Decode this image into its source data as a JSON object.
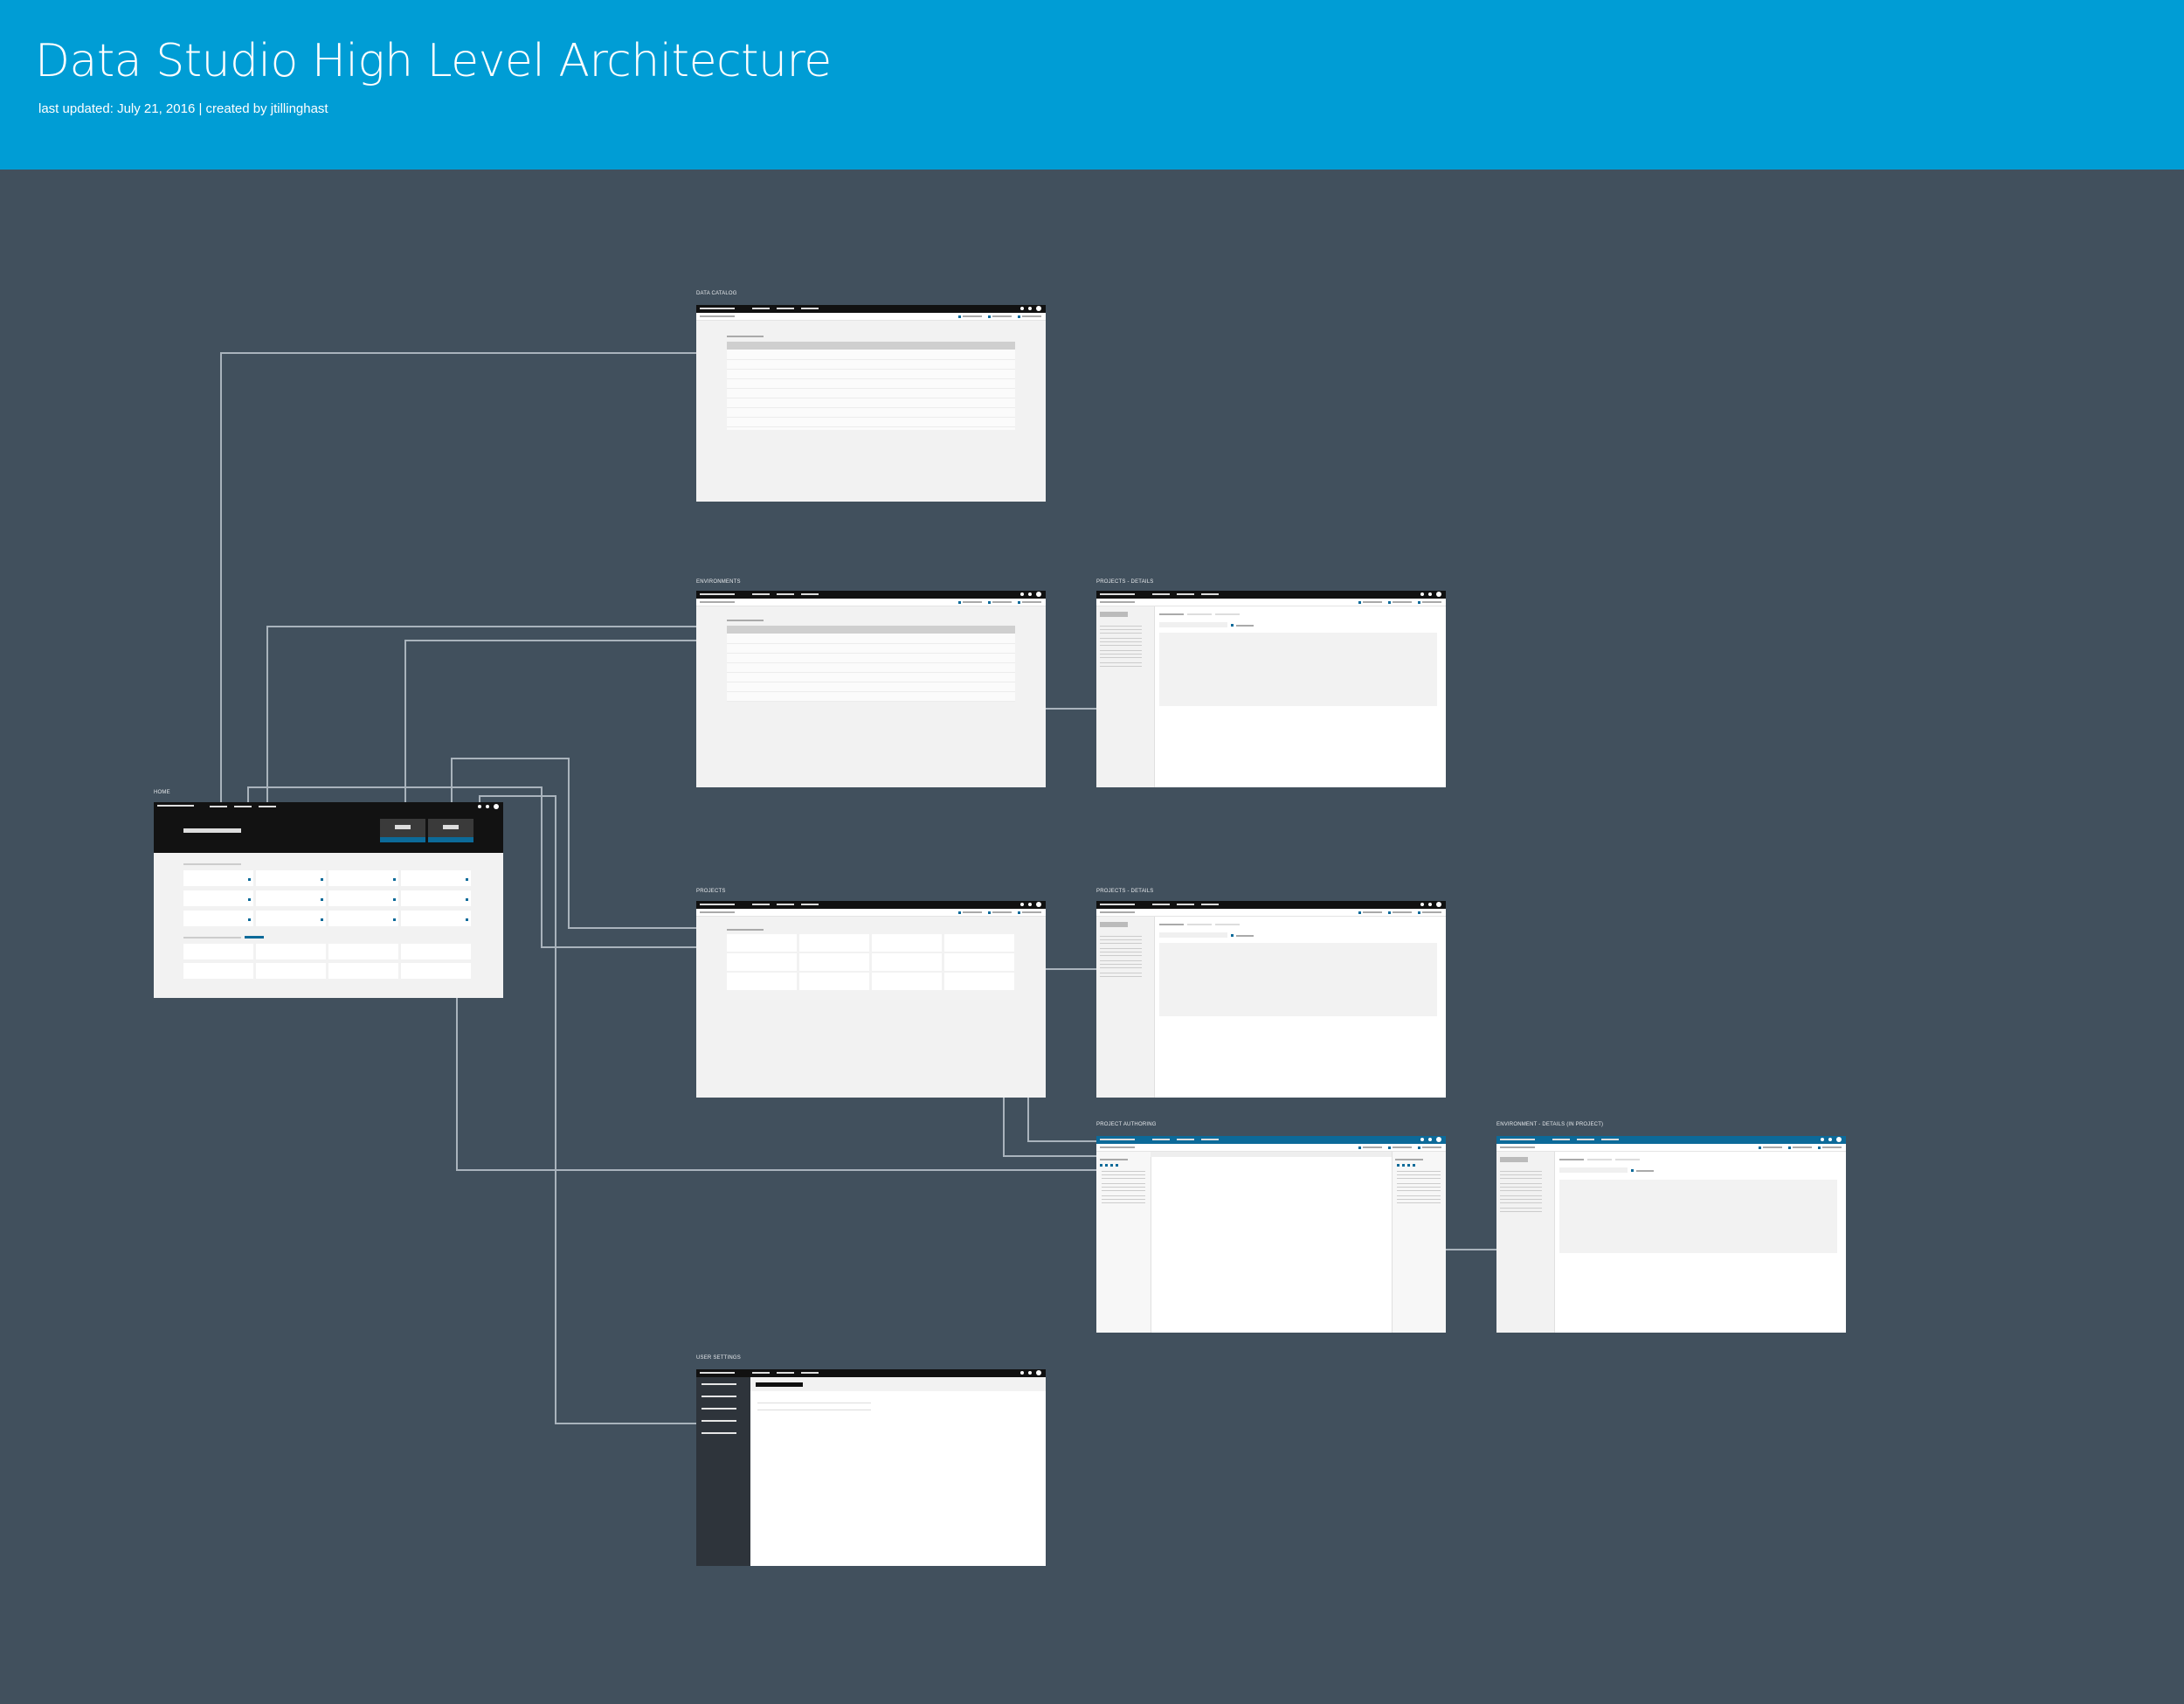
{
  "header": {
    "title": "Data Studio High Level Architecture",
    "subtitle": "last updated: July 21, 2016 | created by jtillinghast"
  },
  "screens": {
    "home": {
      "label": "HOME"
    },
    "data_catalog": {
      "label": "DATA CATALOG"
    },
    "environments": {
      "label": "ENVIRONMENTS"
    },
    "projects_details_1": {
      "label": "PROJECTS - DETAILS"
    },
    "projects": {
      "label": "PROJECTS"
    },
    "projects_details_2": {
      "label": "PROJECTS - DETAILS"
    },
    "project_authoring": {
      "label": "PROJECT AUTHORING"
    },
    "environment_details": {
      "label": "ENVIRONMENT - DETAILS (IN PROJECT)"
    },
    "user_settings": {
      "label": "USER SETTINGS"
    }
  },
  "colors": {
    "background": "#41505d",
    "header": "#009dd5",
    "accent": "#0c6a99",
    "connector": "#a9b3bc"
  }
}
